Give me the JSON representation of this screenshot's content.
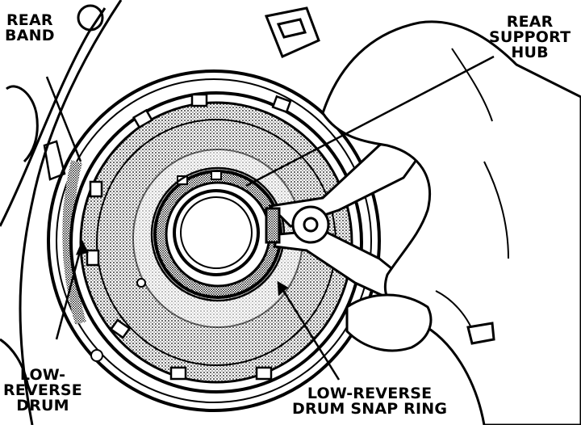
{
  "labels": {
    "rear_band": [
      "REAR",
      "BAND"
    ],
    "rear_support_hub": [
      "REAR",
      "SUPPORT",
      "HUB"
    ],
    "low_reverse_drum": [
      "LOW-",
      "REVERSE",
      "DRUM"
    ],
    "low_reverse_drum_snap_ring": [
      "LOW-REVERSE",
      "DRUM SNAP RING"
    ]
  },
  "colors": {
    "ink": "#000000",
    "paper": "#ffffff",
    "hatch": "#8a8a8a"
  }
}
